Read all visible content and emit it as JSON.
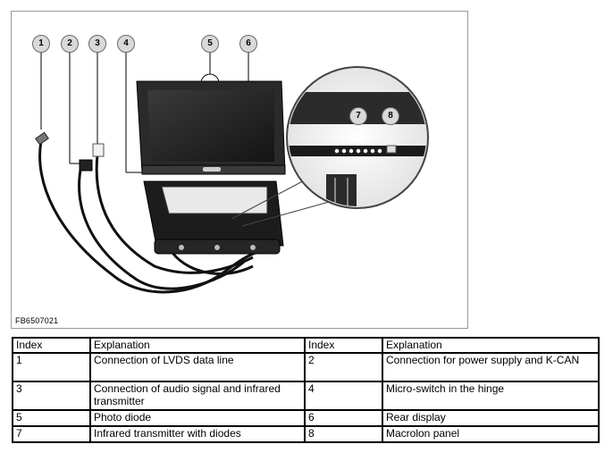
{
  "figure": {
    "code": "FB6507021",
    "callouts": [
      "1",
      "2",
      "3",
      "4",
      "5",
      "6",
      "7",
      "8"
    ]
  },
  "table": {
    "headers": [
      "Index",
      "Explanation",
      "Index",
      "Explanation"
    ],
    "rows": [
      [
        "1",
        "Connection of LVDS data line",
        "2",
        "Connection for power supply and K-CAN"
      ],
      [
        "3",
        "Connection of audio signal and infrared transmitter",
        "4",
        "Micro-switch in the hinge"
      ],
      [
        "5",
        "Photo diode",
        "6",
        "Rear display"
      ],
      [
        "7",
        "Infrared transmitter with diodes",
        "8",
        "Macrolon panel"
      ]
    ]
  }
}
